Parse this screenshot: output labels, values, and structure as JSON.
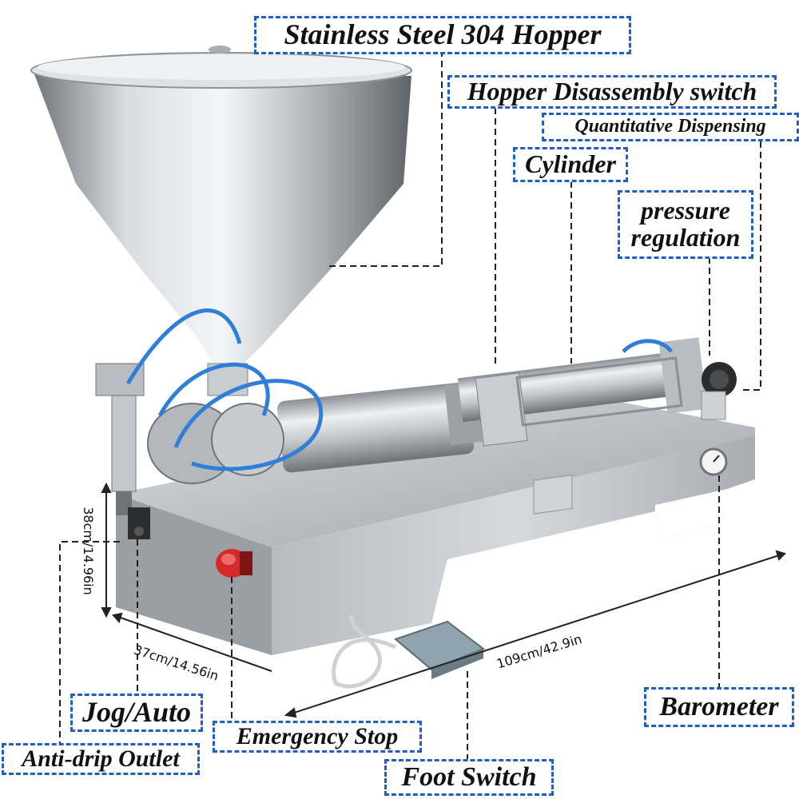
{
  "labels": {
    "hopper": "Stainless Steel 304 Hopper",
    "hopper_switch": "Hopper Disassembly switch",
    "quantitative": "Quantitative Dispensing",
    "cylinder": "Cylinder",
    "pressure_line1": "pressure",
    "pressure_line2": "regulation",
    "barometer": "Barometer",
    "foot_switch": "Foot Switch",
    "emergency_stop": "Emergency Stop",
    "jog_auto": "Jog/Auto",
    "anti_drip": "Anti-drip Outlet"
  },
  "dimensions": {
    "height": "38cm/14.96in",
    "depth": "37cm/14.56in",
    "length": "109cm/42.9in"
  },
  "colors": {
    "label_border": "#1f5fbf",
    "leader_line": "#222222",
    "steel": "#bfc3c8",
    "emergency_red": "#d42a2a",
    "pneumatic_blue": "#2f7fd8",
    "pedal": "#8fa4ae"
  }
}
